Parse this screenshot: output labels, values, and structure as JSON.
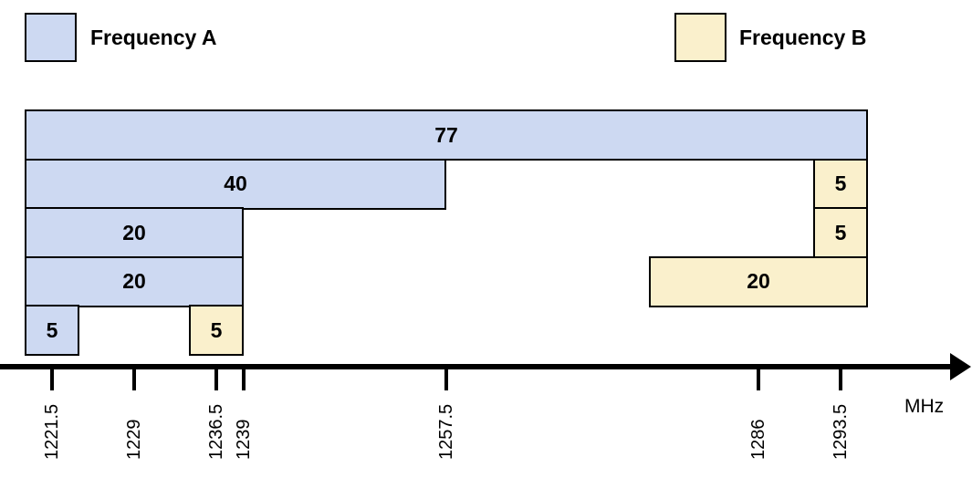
{
  "legend": {
    "a": {
      "label": "Frequency A",
      "swatch_color": "#cdd9f2"
    },
    "b": {
      "label": "Frequency B",
      "swatch_color": "#faf0cc"
    }
  },
  "colors": {
    "frequency_a_fill": "#cdd9f2",
    "frequency_b_fill": "#faf0cc",
    "outline": "#000000",
    "text": "#000000"
  },
  "axis": {
    "unit_label": "MHz",
    "tick_values_mhz": [
      1221.5,
      1229,
      1236.5,
      1239,
      1257.5,
      1286,
      1293.5
    ]
  },
  "chart_data": {
    "type": "bar",
    "subtype": "frequency-allocation-gantt",
    "title": "",
    "xlabel": "MHz",
    "x_ticks_mhz": [
      1221.5,
      1229,
      1236.5,
      1239,
      1257.5,
      1286,
      1293.5
    ],
    "xlim_mhz": [
      1216.75,
      1300
    ],
    "rows": 5,
    "legend_position": "top",
    "series": [
      {
        "name": "Frequency A",
        "color": "#cdd9f2",
        "allocations": [
          {
            "row": 1,
            "label": "77",
            "bandwidth_mhz": 77,
            "f_start_mhz": 1219,
            "f_end_mhz": 1296
          },
          {
            "row": 2,
            "label": "40",
            "bandwidth_mhz": 40,
            "f_start_mhz": 1219,
            "f_end_mhz": 1257.5
          },
          {
            "row": 3,
            "label": "20",
            "bandwidth_mhz": 20,
            "f_start_mhz": 1219,
            "f_end_mhz": 1239
          },
          {
            "row": 4,
            "label": "20",
            "bandwidth_mhz": 20,
            "f_start_mhz": 1219,
            "f_end_mhz": 1239
          },
          {
            "row": 5,
            "label": "5",
            "bandwidth_mhz": 5,
            "f_start_mhz": 1219,
            "f_end_mhz": 1224
          }
        ]
      },
      {
        "name": "Frequency B",
        "color": "#faf0cc",
        "allocations": [
          {
            "row": 2,
            "label": "5",
            "bandwidth_mhz": 5,
            "f_start_mhz": 1291,
            "f_end_mhz": 1296
          },
          {
            "row": 3,
            "label": "5",
            "bandwidth_mhz": 5,
            "f_start_mhz": 1291,
            "f_end_mhz": 1296
          },
          {
            "row": 4,
            "label": "20",
            "bandwidth_mhz": 20,
            "f_start_mhz": 1276,
            "f_end_mhz": 1296
          },
          {
            "row": 5,
            "label": "5",
            "bandwidth_mhz": 5,
            "f_start_mhz": 1234,
            "f_end_mhz": 1239
          }
        ]
      }
    ]
  }
}
